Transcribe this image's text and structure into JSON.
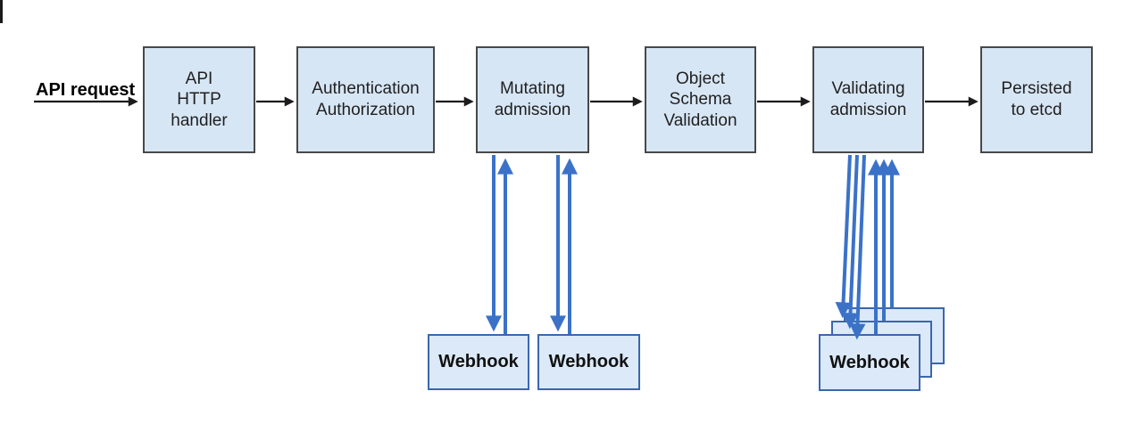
{
  "diagram": {
    "type": "flow-diagram",
    "entry": {
      "label": "API request"
    },
    "pipeline": {
      "nodes": [
        {
          "id": "api-http-handler",
          "label": "API\nHTTP\nhandler"
        },
        {
          "id": "authentication-authorization",
          "label": "Authentication\nAuthorization"
        },
        {
          "id": "mutating-admission",
          "label": "Mutating\nadmission"
        },
        {
          "id": "object-schema-validation",
          "label": "Object\nSchema\nValidation"
        },
        {
          "id": "validating-admission",
          "label": "Validating\nadmission"
        },
        {
          "id": "persisted-to-etcd",
          "label": "Persisted\nto etcd"
        }
      ]
    },
    "webhooks": {
      "mutating": [
        {
          "label": "Webhook",
          "arrows": {
            "down": 1,
            "up": 1
          }
        },
        {
          "label": "Webhook",
          "arrows": {
            "down": 1,
            "up": 1
          }
        }
      ],
      "validating": {
        "stack_count": 3,
        "front_label": "Webhook",
        "arrows": {
          "down": 3,
          "up": 3
        }
      }
    },
    "colors": {
      "node_fill": "#d7e6f5",
      "node_border": "#484848",
      "webhook_fill": "#dce9f8",
      "webhook_border": "#3a67ad",
      "flow_arrow": "#1c1c1c",
      "webhook_arrow": "#3b72c8",
      "background": "#ffffff"
    }
  }
}
